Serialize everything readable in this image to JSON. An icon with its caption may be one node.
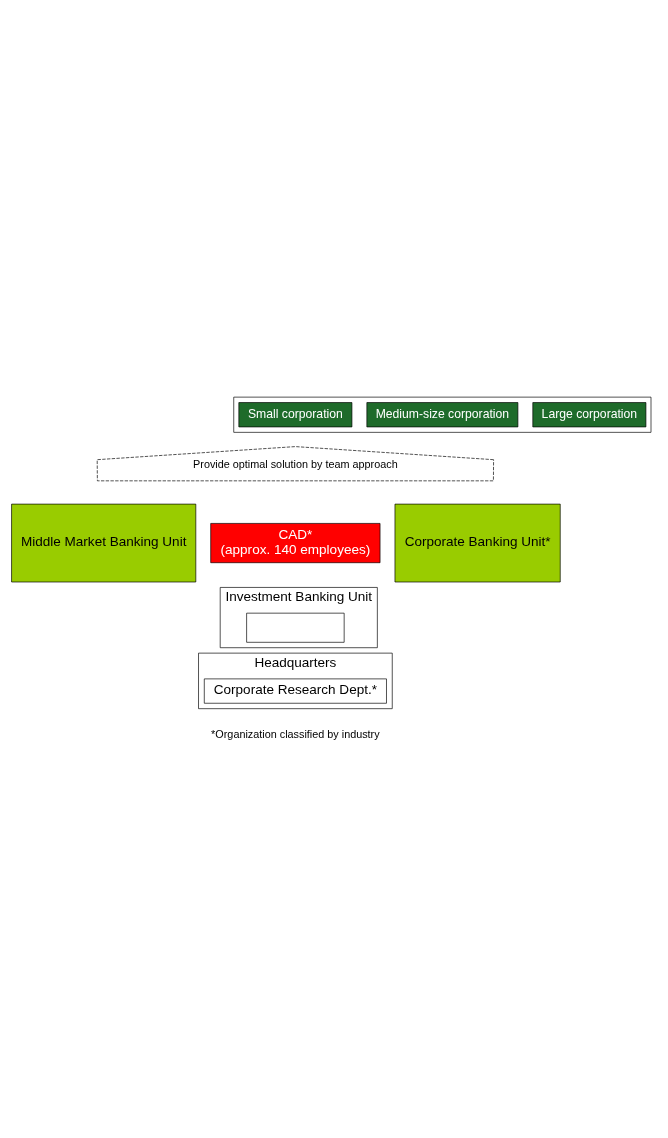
{
  "diagram": {
    "nodes": [
      {
        "text": [],
        "shape": "box"
      },
      {
        "text": [
          "Small corporation"
        ],
        "in": 0
      },
      {
        "text": [
          "Medium-size corporation"
        ],
        "in": 0
      },
      {
        "text": [
          "Large corporation"
        ],
        "in": 0
      },
      {
        "text": [
          "Provide optimal solution by team approach"
        ]
      },
      {
        "text": [
          "Middle Market Banking Unit"
        ]
      },
      {
        "text": [
          "CAD*",
          "(approx. 140 employees)"
        ]
      },
      {
        "text": [
          "Corporate Banking Unit*"
        ]
      },
      {
        "text": [
          "Investment Banking Unit"
        ]
      },
      {
        "text": [],
        "shape": "box",
        "in": 8
      },
      {
        "text": [
          "Headquarters"
        ]
      },
      {
        "text": [
          "Corporate Research Dept.*"
        ],
        "in": 10
      }
    ],
    "edges": [],
    "labels": [
      "*Organization classified by industry"
    ]
  }
}
